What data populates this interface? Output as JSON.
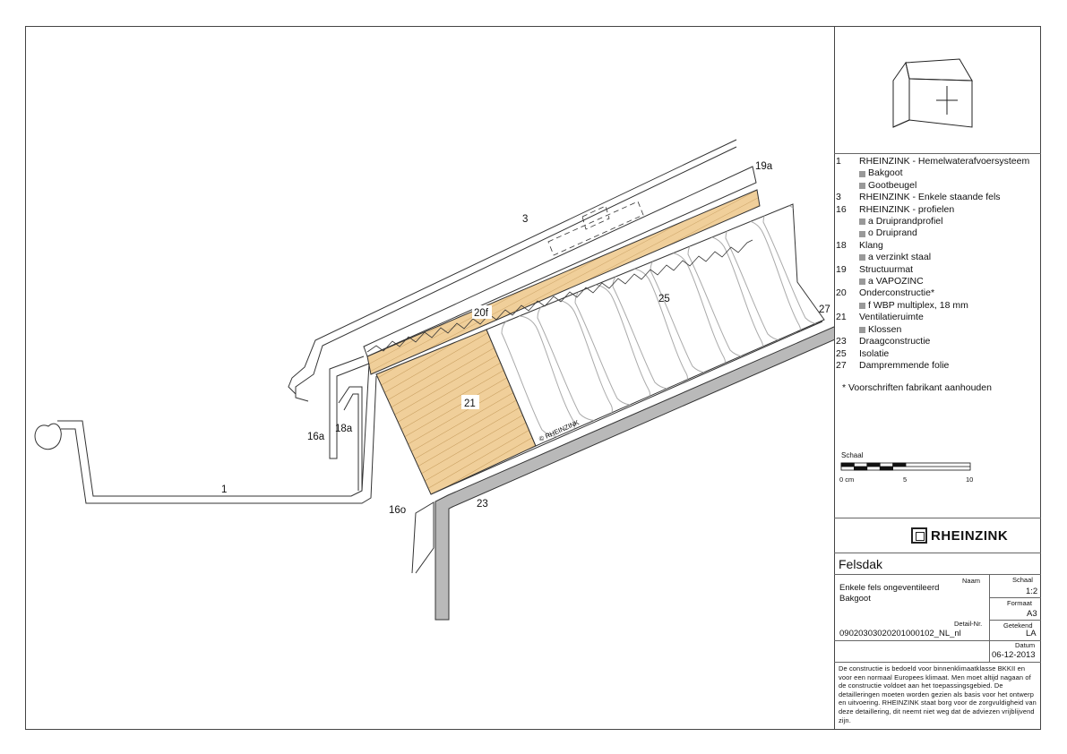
{
  "drawing": {
    "labels": {
      "l1": "1",
      "l3": "3",
      "l16a": "16a",
      "l18a": "18a",
      "l16o": "16o",
      "l19a": "19a",
      "l20f": "20f",
      "l21": "21",
      "l23": "23",
      "l25": "25",
      "l27": "27"
    },
    "insulation_mark": "© RHEINZINK",
    "colors": {
      "wood": "#f0cf9a",
      "wood_line": "#c49a5a",
      "concrete": "#b9b9b9",
      "line": "#333333"
    }
  },
  "legend": [
    {
      "num": "1",
      "text": "RHEINZINK - Hemelwaterafvoersysteem",
      "subs": [
        "Bakgoot",
        "Gootbeugel"
      ]
    },
    {
      "num": "3",
      "text": "RHEINZINK - Enkele staande fels",
      "subs": []
    },
    {
      "num": "16",
      "text": "RHEINZINK - profielen",
      "subs": [
        "a  Druiprandprofiel",
        "o  Druiprand"
      ]
    },
    {
      "num": "18",
      "text": "Klang",
      "subs": [
        "a  verzinkt staal"
      ]
    },
    {
      "num": "19",
      "text": "Structuurmat",
      "subs": [
        "a  VAPOZINC"
      ]
    },
    {
      "num": "20",
      "text": "Onderconstructie*",
      "subs": [
        "f  WBP multiplex, 18 mm"
      ]
    },
    {
      "num": "21",
      "text": "Ventilatieruimte",
      "subs": [
        "Klossen"
      ]
    },
    {
      "num": "23",
      "text": "Draagconstructie",
      "subs": []
    },
    {
      "num": "25",
      "text": "Isolatie",
      "subs": []
    },
    {
      "num": "27",
      "text": "Dampremmende folie",
      "subs": []
    }
  ],
  "note": "*  Voorschriften fabrikant aanhouden",
  "scale_bar": {
    "label": "Schaal",
    "ticks": [
      "0 cm",
      "5",
      "10"
    ]
  },
  "logo": "RHEINZINK",
  "title_block": {
    "title": "Felsdak",
    "naam_label": "Naam",
    "name_line1": "Enkele fels ongeventileerd",
    "name_line2": "Bakgoot",
    "schaal_label": "Schaal",
    "schaal_value": "1:2",
    "formaat_label": "Formaat",
    "formaat_value": "A3",
    "detail_label": "Detail-Nr.",
    "detail_value": "09020303020201000102_NL_nl",
    "getekend_label": "Getekend",
    "getekend_value": "LA",
    "datum_label": "Datum",
    "datum_value": "06-12-2013"
  },
  "disclaimer": "De constructie is bedoeld voor binnenklimaatklasse BKKII en voor een normaal Europees klimaat. Men moet altijd nagaan of de constructie voldoet aan het toepassingsgebied. De detailleringen moeten worden gezien als basis voor het ontwerp en uitvoering. RHEINZINK staat borg voor de zorgvuldigheid van deze detaillering, dit neemt niet weg dat de adviezen vrijblijvend zijn."
}
